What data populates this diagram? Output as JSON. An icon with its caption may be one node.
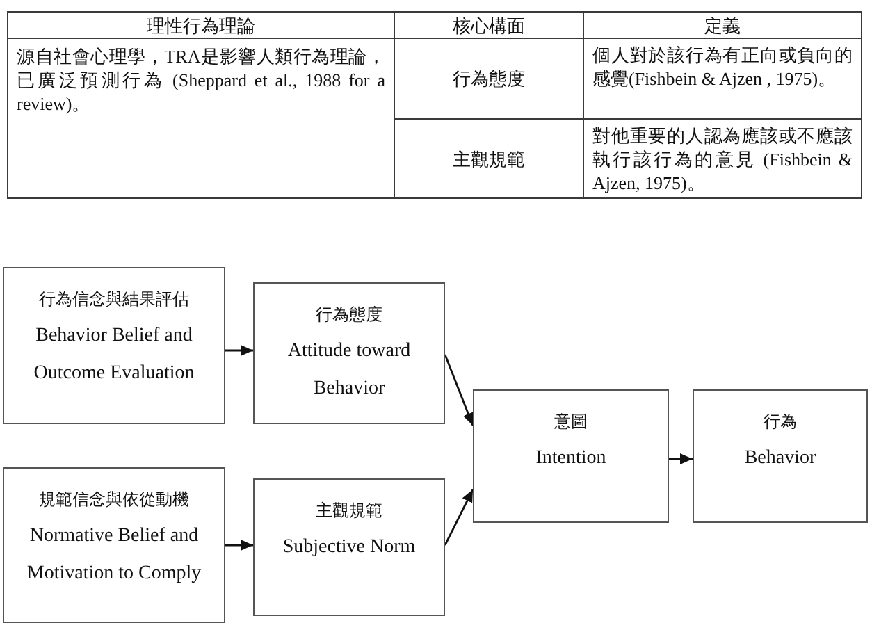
{
  "diagram": {
    "nodes": [
      {
        "text": [
          "行為信念與結果評估",
          "Behavior Belief and Outcome Evaluation"
        ]
      },
      {
        "text": [
          "行為態度",
          "Attitude toward Behavior"
        ]
      },
      {
        "text": [
          "規範信念與依從動機",
          "Normative Belief and Motivation to Comply"
        ]
      },
      {
        "text": [
          "主觀規範",
          "Subjective Norm"
        ]
      },
      {
        "text": [
          "意圖",
          "Intention"
        ]
      },
      {
        "text": [
          "行為",
          "Behavior"
        ]
      }
    ],
    "edges": [
      {
        "from": 0,
        "to": 1,
        "arrow": "to"
      },
      {
        "from": 2,
        "to": 3,
        "arrow": "to"
      },
      {
        "from": 1,
        "to": 4,
        "arrow": "to"
      },
      {
        "from": 3,
        "to": 4,
        "arrow": "to"
      },
      {
        "from": 4,
        "to": 5,
        "arrow": "to"
      }
    ],
    "labels": [
      "理性行為理論",
      "核心構面",
      "定義",
      "源自社會心理學，TRA是影響人類行為理論，已廣泛預測行為 (Sheppard et al., 1988 for a review)。",
      "行為態度",
      "個人對於該行為有正向或負向的感覺(Fishbein & Ajzen , 1975)。",
      "主觀規範",
      "對他重要的人認為應該或不應該執行該行為的意見 (Fishbein & Ajzen, 1975)。"
    ]
  }
}
